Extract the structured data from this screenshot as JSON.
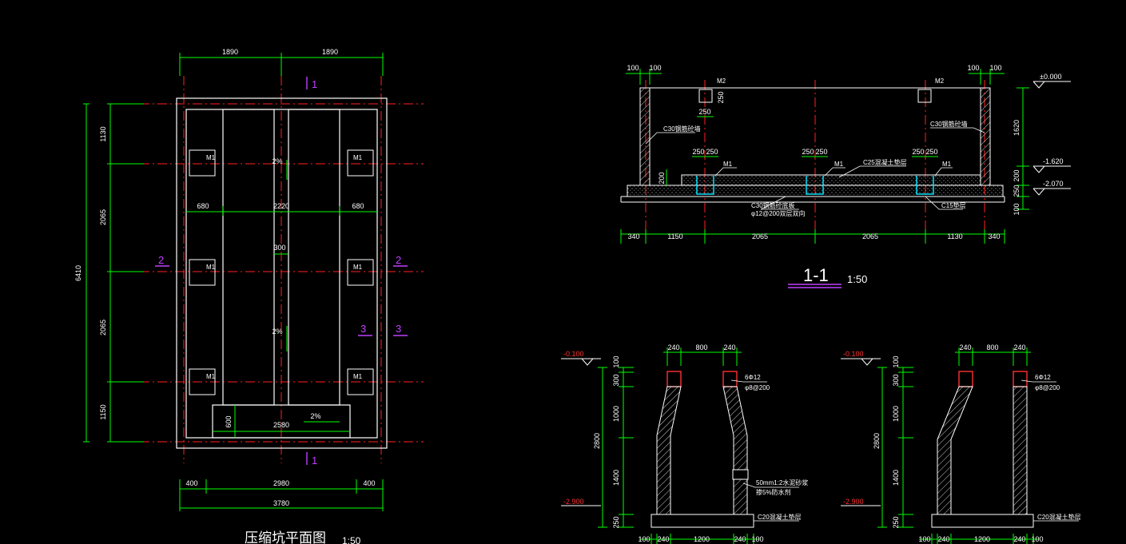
{
  "colors": {
    "background": "#000000",
    "outline": "#ffffff",
    "dimension": "#00ff00",
    "axis": "#ff2020",
    "section_mark": "#c040ff",
    "elevation": "#ff3030",
    "waterstop": "#00e0ff"
  },
  "plan": {
    "title": "压缩坑平面图",
    "scale": "1:50",
    "top_dims": [
      "1890",
      "1890"
    ],
    "total_height": "6410",
    "left_dims": [
      "1130",
      "2065",
      "2065",
      "1150"
    ],
    "width_dims": [
      "680",
      "2220",
      "680"
    ],
    "rib_width": "300",
    "slope": "2%",
    "pit_height": "600",
    "pit_width": "2580",
    "bottom_dims": [
      "400",
      "2980",
      "400"
    ],
    "total_width": "3780",
    "embed_label": "M1",
    "sections": [
      "1",
      "2",
      "3"
    ]
  },
  "section11": {
    "title": "1-1",
    "scale": "1:50",
    "top_dims": [
      "100",
      "100"
    ],
    "elevations": [
      "±0.000",
      "-1.620",
      "-2.070"
    ],
    "right_dims": [
      "1620",
      "200",
      "250",
      "100"
    ],
    "notes": {
      "wall": "C30钢筋砼墙",
      "fill": "C25混凝土垫层",
      "slab": "C30钢筋砼底板",
      "rebar": "φ12@200双层双向",
      "cushion": "C15垫层"
    },
    "embed_m1": "M1",
    "embed_m2": "M2",
    "m2_depth": "250",
    "spacing": "250",
    "fill_thk": "200",
    "bottom_dims": [
      "340",
      "1150",
      "2065",
      "2065",
      "1130",
      "340"
    ]
  },
  "section22": {
    "top_dims": [
      "240",
      "800",
      "240"
    ],
    "elev_top": "-0.100",
    "elev_bottom": "-2.900",
    "right_dims": [
      "100",
      "300",
      "1000",
      "1400",
      "250"
    ],
    "total": "2800",
    "rebar_main": "6Φ12",
    "rebar_tie": "φ8@200",
    "joint_note_1": "50mm1:2水泥砂浆",
    "joint_note_2": "掺5%防水剂",
    "base_note": "C20混凝土垫层",
    "bottom_dims": [
      "100",
      "240",
      "1200",
      "240",
      "100"
    ]
  },
  "section33": {
    "top_dims": [
      "240",
      "800",
      "240"
    ],
    "elev_top": "-0.100",
    "elev_bottom": "-2.900",
    "right_dims": [
      "100",
      "300",
      "1000",
      "1400",
      "250"
    ],
    "total": "2800",
    "rebar_main": "6Φ12",
    "rebar_tie": "φ8@200",
    "base_note": "C20混凝土垫层",
    "bottom_dims": [
      "100",
      "240",
      "1200",
      "240",
      "100"
    ]
  }
}
